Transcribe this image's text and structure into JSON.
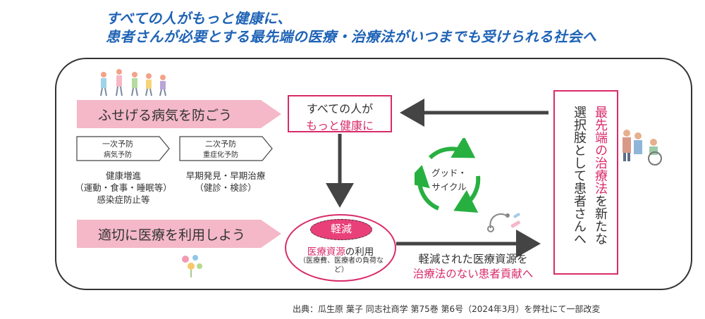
{
  "headline": {
    "line1": "すべての人がもっと健康に、",
    "line2": "患者さんが必要とする最先端の医療・治療法がいつまでも受けられる社会へ"
  },
  "prevent": {
    "label": "ふせげる病気を防ごう",
    "stages": [
      {
        "title": "一次予防",
        "sub": "病気予防"
      },
      {
        "title": "二次予防",
        "sub": "重症化予防"
      }
    ],
    "desc1": [
      "健康増進",
      "（運動・食事・睡眠等）",
      "感染症防止等"
    ],
    "desc2": [
      "早期発見・早期治療",
      "（健診・検診）"
    ]
  },
  "appropriate": {
    "label": "適切に医療を利用しよう"
  },
  "everyone": {
    "line1": "すべての人が",
    "line2": "もっと健康に"
  },
  "cycle": {
    "line1": "グッド・",
    "line2": "サイクル"
  },
  "reduce": {
    "pill": "軽減",
    "use_pink": "医療資源",
    "use_rest": "の利用",
    "note": "（医療費、医療者の負荷など）"
  },
  "bottom": {
    "line1": "軽減された医療資源を",
    "line2": "治療法のない患者貢献へ"
  },
  "right": {
    "pink": "最先端の治療法",
    "pink_rest": "を新たな",
    "col2": "選択肢として患者さんへ"
  },
  "source": "出典：瓜生原 葉子 同志社商学 第75巻 第6号（2024年3月）を弊社にて一部改変",
  "colors": {
    "headline": "#1f63b6",
    "accent": "#d92b6a",
    "pill": "#e9407a",
    "bar": "#f4b8c8",
    "cycle": "#27b040",
    "arrow": "#444444"
  }
}
